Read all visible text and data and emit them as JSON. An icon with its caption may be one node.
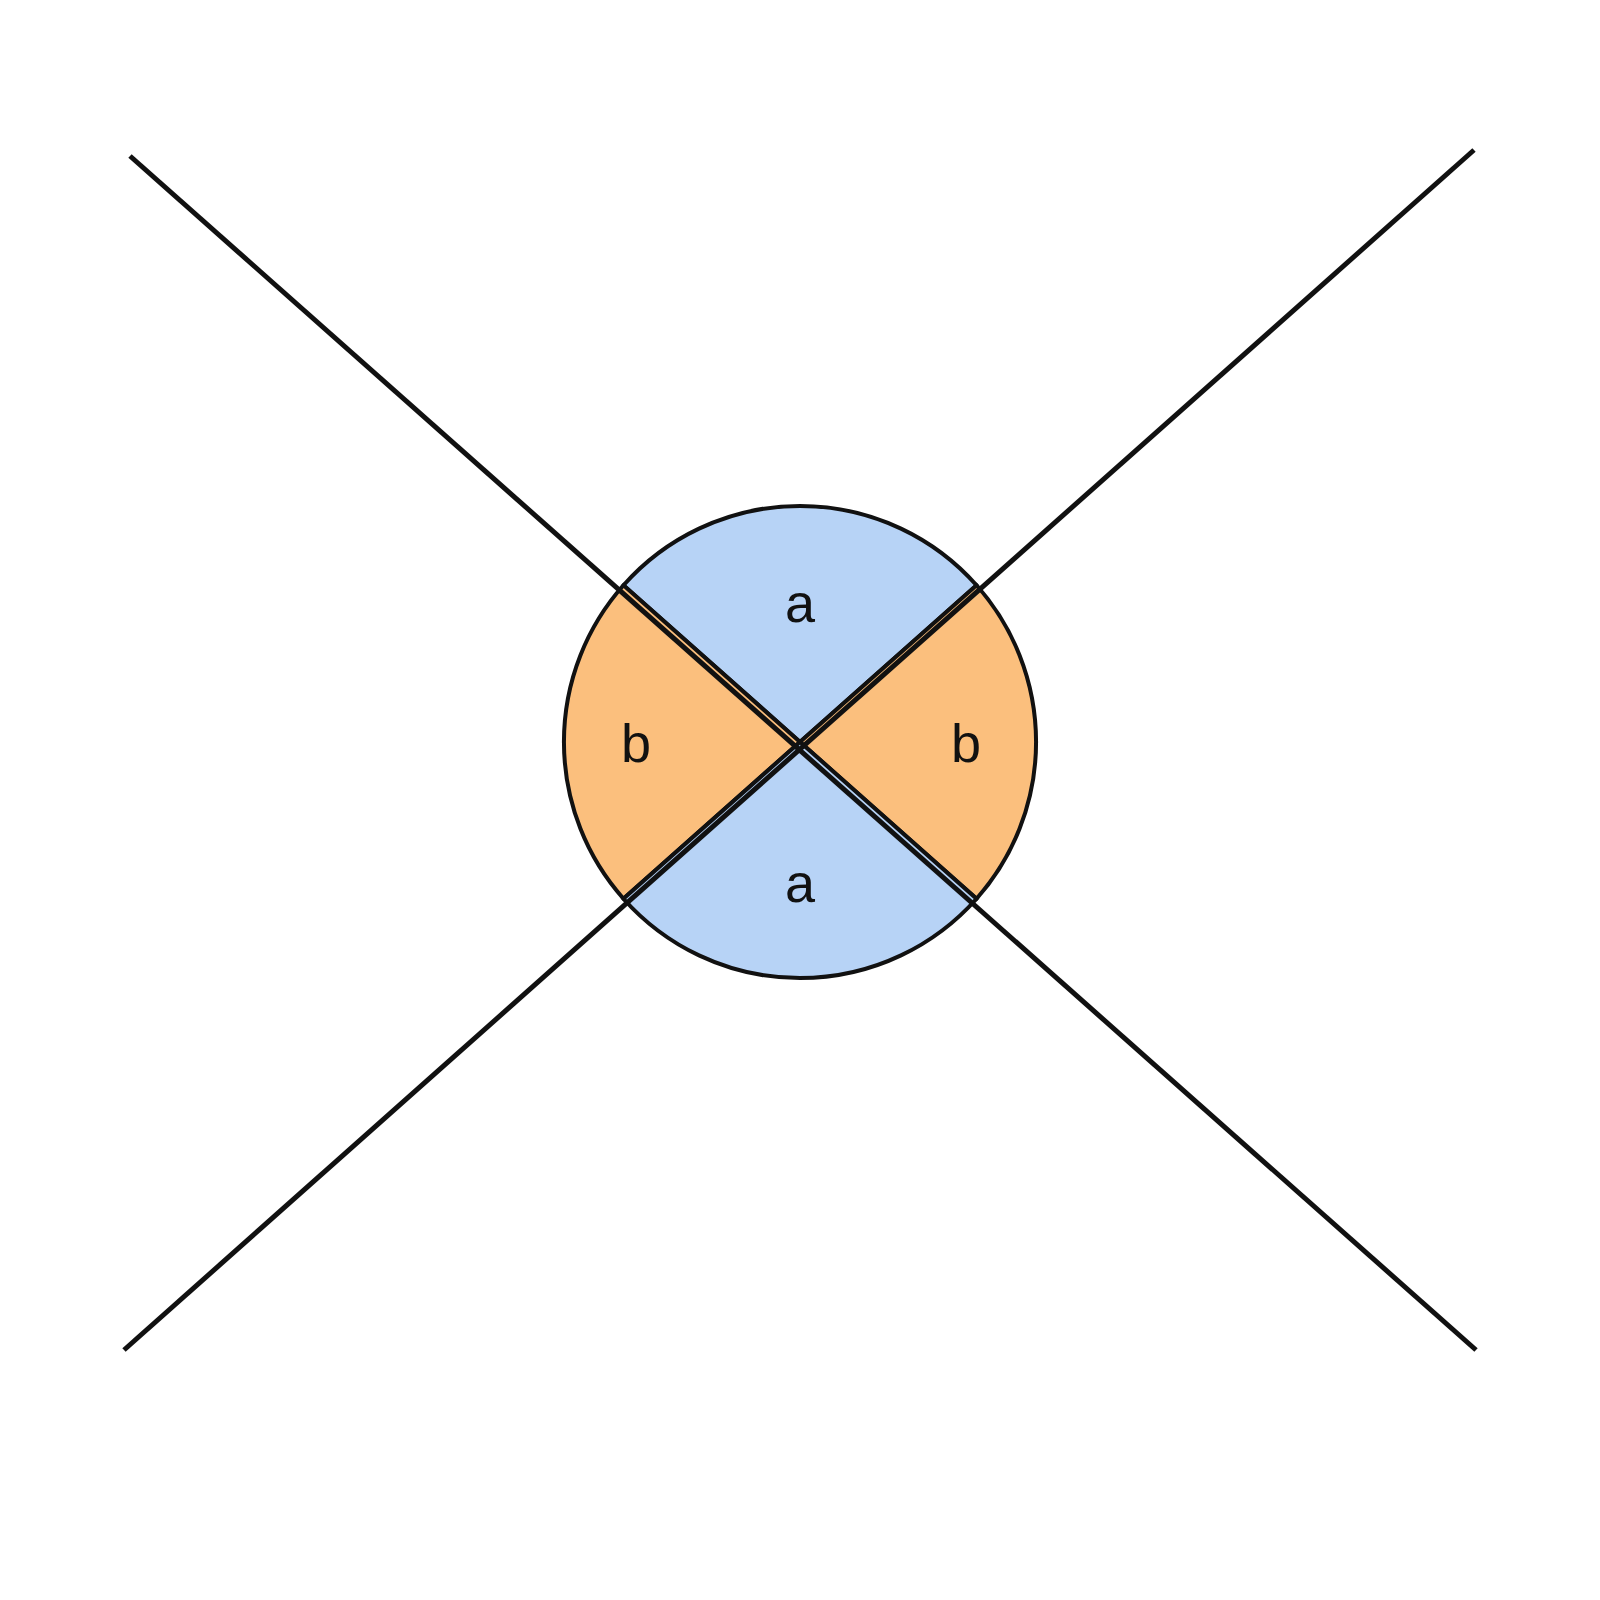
{
  "diagram": {
    "nodes": [
      {
        "text": [
          "a"
        ]
      },
      {
        "text": [
          "b"
        ]
      },
      {
        "text": [
          "b"
        ]
      },
      {
        "text": [
          "a"
        ]
      }
    ]
  }
}
